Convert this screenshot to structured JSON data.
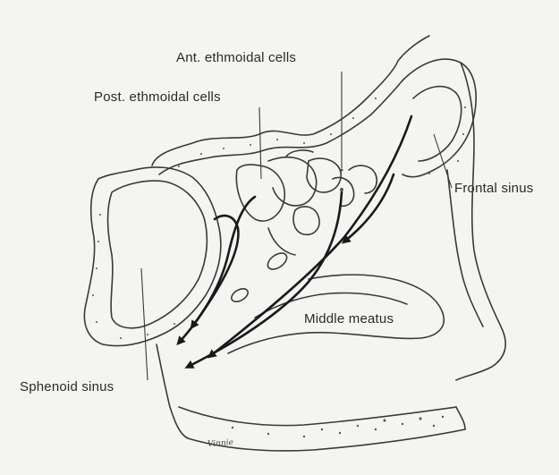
{
  "labels": {
    "ant_ethmoidal": "Ant. ethmoidal cells",
    "post_ethmoidal": "Post. ethmoidal cells",
    "frontal_sinus": "Frontal sinus",
    "middle_meatus": "Middle meatus",
    "sphenoid_sinus": "Sphenoid sinus"
  },
  "signature": "Vinnie",
  "colors": {
    "background": "#f4f4f2",
    "ink": "#2a2a2a"
  }
}
